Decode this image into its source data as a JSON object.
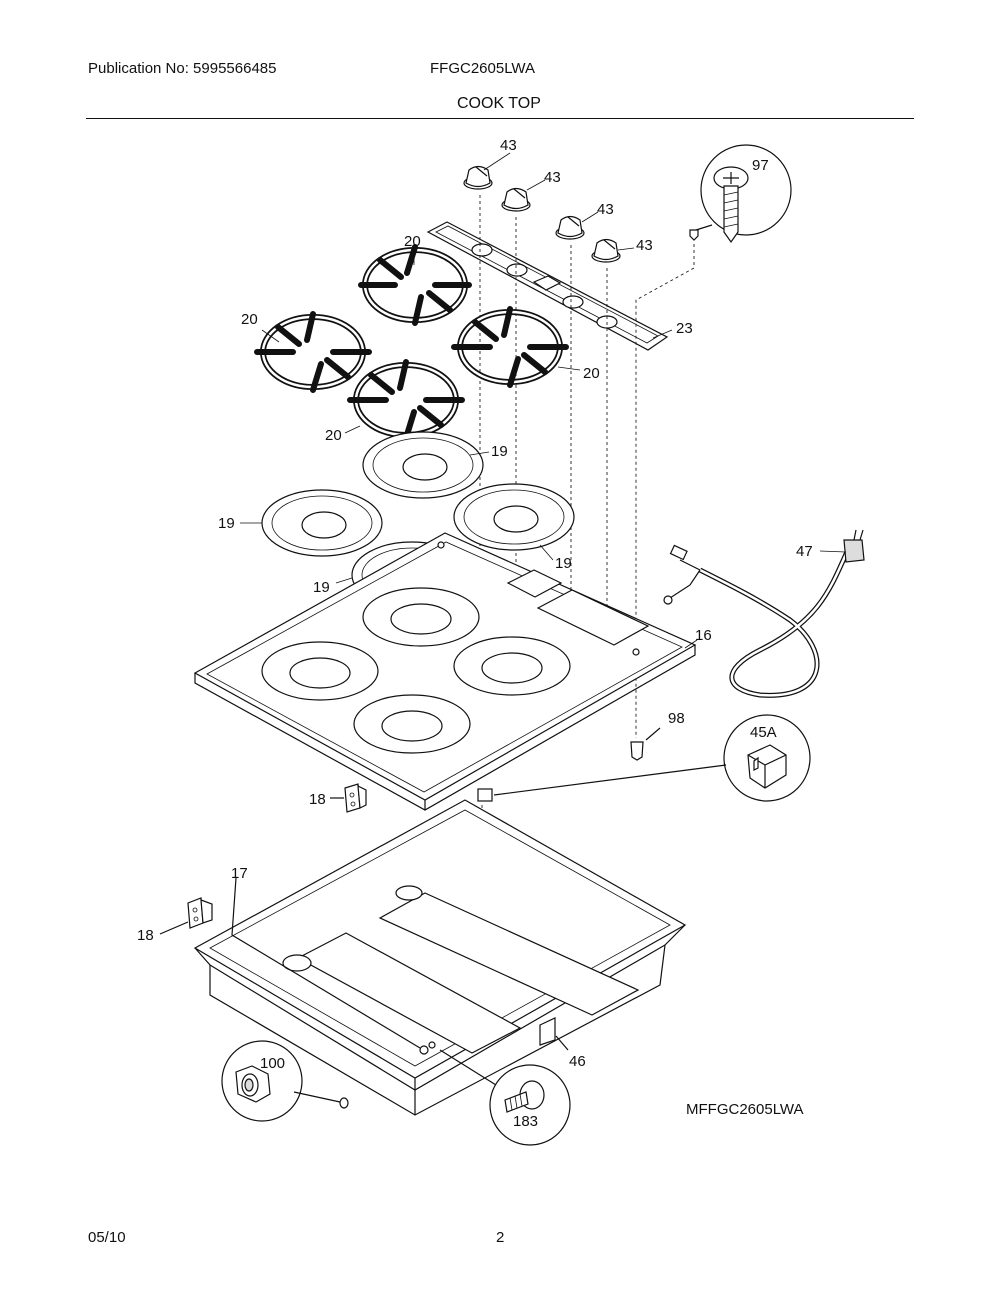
{
  "header": {
    "publication": "Publication No: 5995566485",
    "model": "FFGC2605LWA",
    "section": "COOK TOP"
  },
  "callouts": {
    "knob": "43",
    "screw": "97",
    "panel": "23",
    "grate": "20",
    "burner_cap": "19",
    "harness": "47",
    "top": "16",
    "clip": "98",
    "spark_module": "45A",
    "hinge": "18",
    "wire": "17",
    "box": "46",
    "nut": "100",
    "stud": "183"
  },
  "diagram_code": "MFFGC2605LWA",
  "footer": {
    "date": "05/10",
    "page": "2"
  }
}
